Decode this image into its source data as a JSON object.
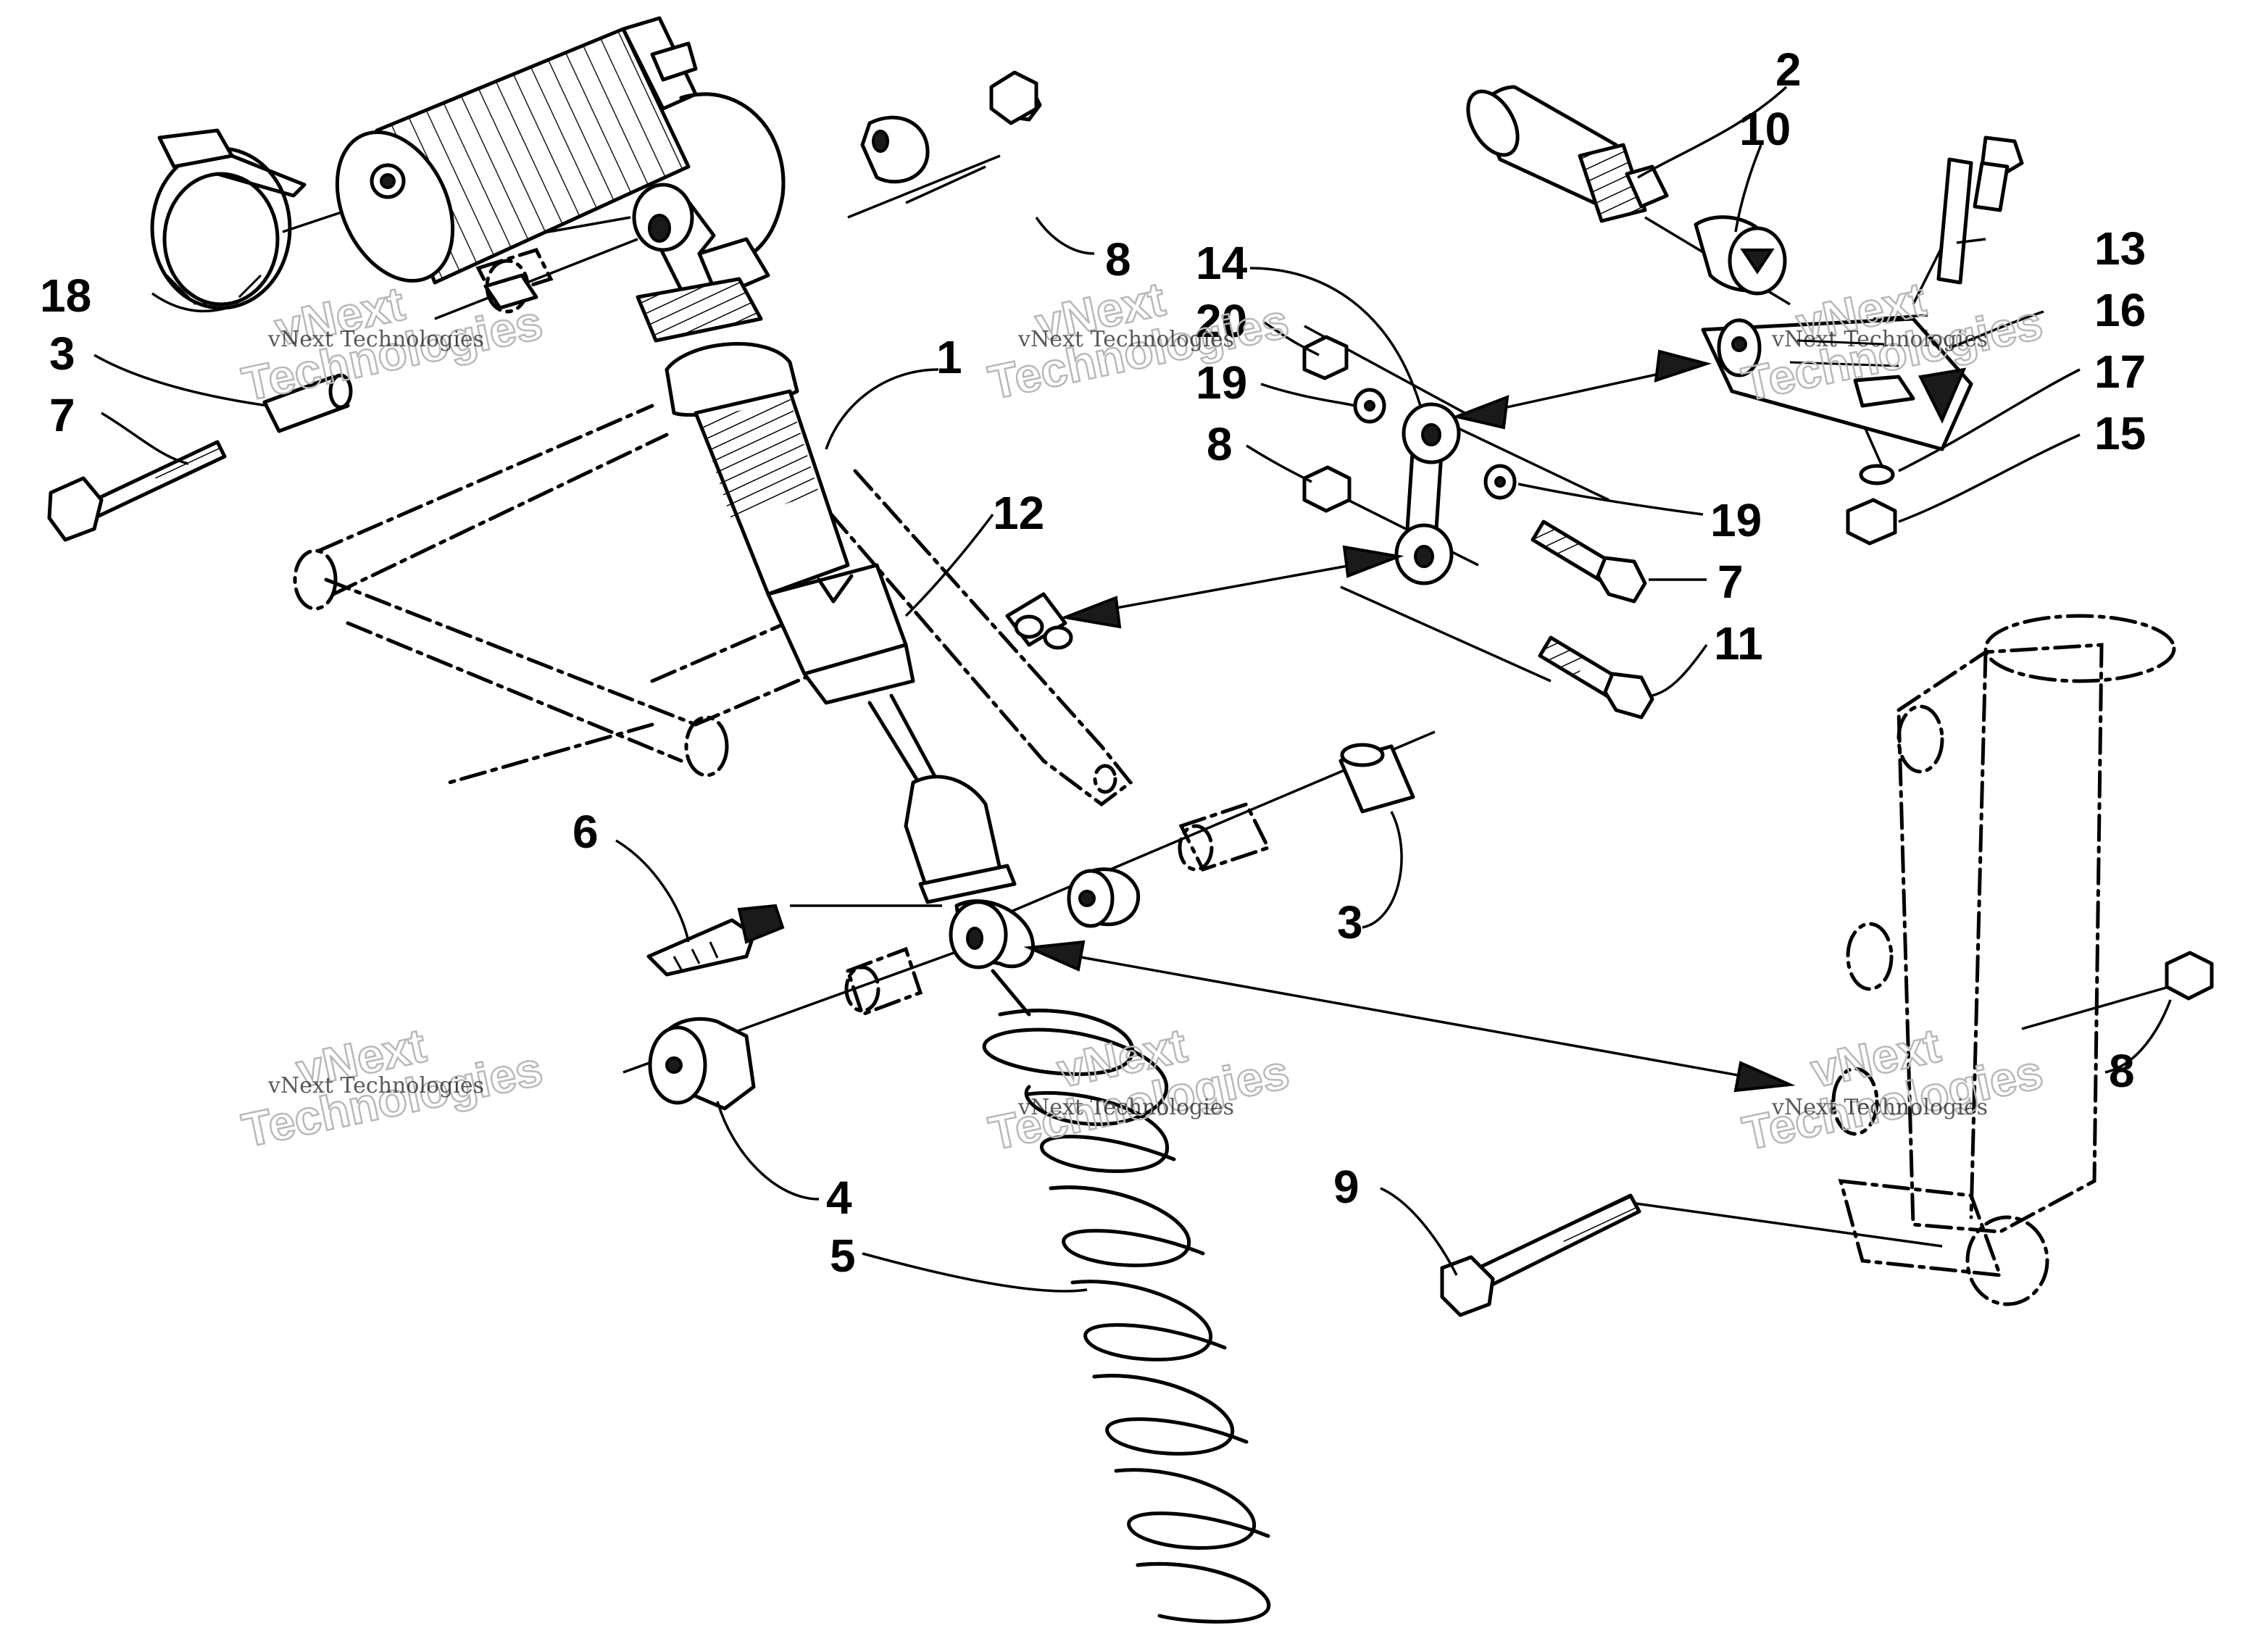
{
  "callouts": {
    "c1": "1",
    "c2": "2",
    "c3a": "3",
    "c3b": "3",
    "c4": "4",
    "c5": "5",
    "c6": "6",
    "c7a": "7",
    "c7b": "7",
    "c8a": "8",
    "c8b": "8",
    "c8c": "8",
    "c9": "9",
    "c10": "10",
    "c11": "11",
    "c12": "12",
    "c13": "13",
    "c14": "14",
    "c15": "15",
    "c16": "16",
    "c17": "17",
    "c18": "18",
    "c19a": "19",
    "c19b": "19",
    "c20": "20"
  },
  "watermark": {
    "line1": "vNext",
    "line2": "Technologies",
    "small": "vNext Technologies"
  }
}
